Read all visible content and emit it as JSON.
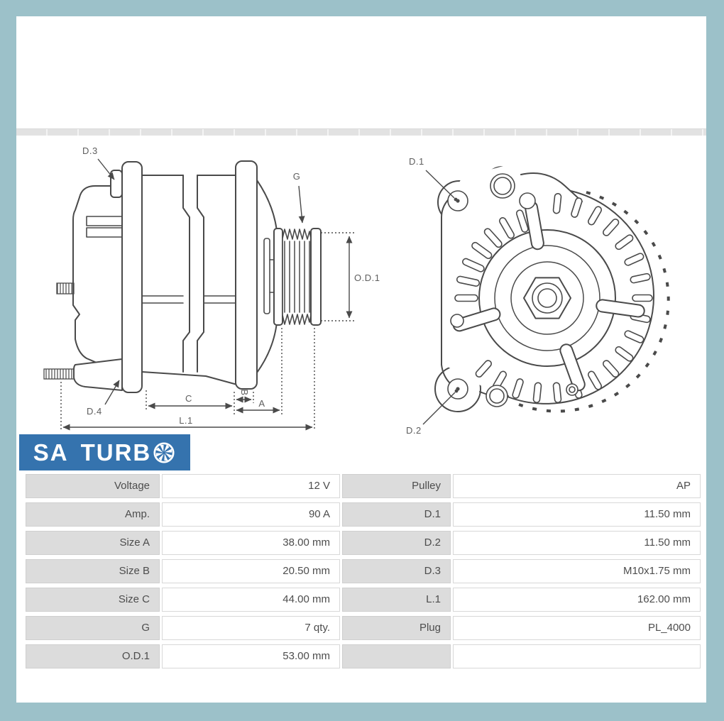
{
  "frame": {
    "border_color": "#9cc1c9"
  },
  "logo": {
    "sa": "SA",
    "turb": "TURB",
    "bg_color": "#3573ae",
    "icon": "turbo-fan-icon"
  },
  "drawing": {
    "side": {
      "d3": "D.3",
      "g": "G",
      "od1": "O.D.1",
      "d4": "D.4",
      "c": "C",
      "b": "B",
      "a": "A",
      "l1": "L.1"
    },
    "front": {
      "d1": "D.1",
      "d2": "D.2"
    }
  },
  "spec_table": {
    "label_bg": "#dcdcdc",
    "left_rows": [
      {
        "label": "Voltage",
        "value": "12 V"
      },
      {
        "label": "Amp.",
        "value": "90 A"
      },
      {
        "label": "Size A",
        "value": "38.00 mm"
      },
      {
        "label": "Size B",
        "value": "20.50 mm"
      },
      {
        "label": "Size C",
        "value": "44.00 mm"
      },
      {
        "label": "G",
        "value": "7 qty."
      },
      {
        "label": "O.D.1",
        "value": "53.00 mm"
      }
    ],
    "right_rows": [
      {
        "label": "Pulley",
        "value": "AP"
      },
      {
        "label": "D.1",
        "value": "11.50 mm"
      },
      {
        "label": "D.2",
        "value": "11.50 mm"
      },
      {
        "label": "D.3",
        "value": "M10x1.75 mm"
      },
      {
        "label": "L.1",
        "value": "162.00 mm"
      },
      {
        "label": "Plug",
        "value": "PL_4000"
      },
      {
        "label": "",
        "value": ""
      }
    ]
  }
}
